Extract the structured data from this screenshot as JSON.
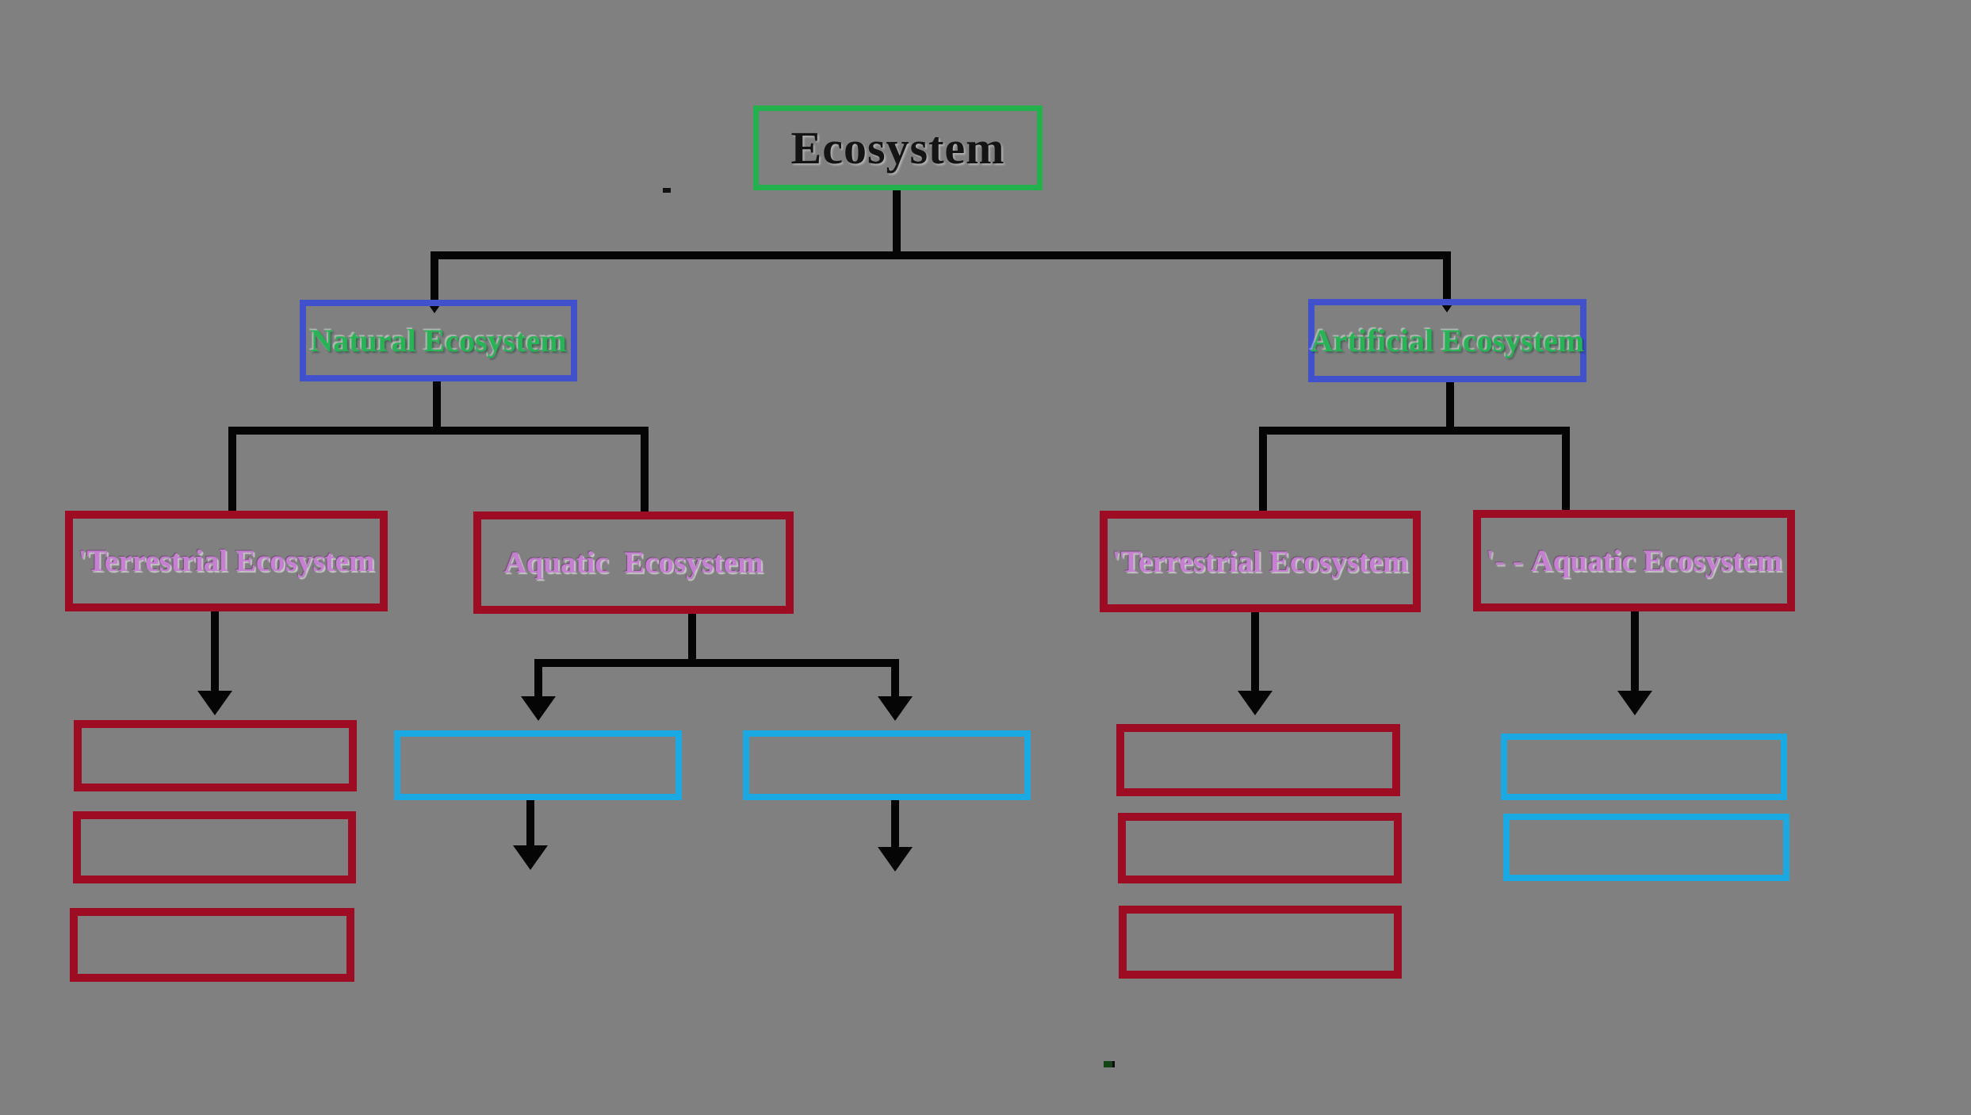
{
  "canvas": {
    "background": "#808080"
  },
  "colors": {
    "background": "#808080",
    "line": "#050505",
    "root_border": "#22b14c",
    "root_text": "#141414",
    "level2_border": "#4150cb",
    "level2_text": "#28b356",
    "level3_border": "#9e0c24",
    "level3_text": "#c580d2",
    "blank_red_border": "#9e0c24",
    "blank_cyan_border": "#1ba9e4"
  },
  "nodes": {
    "root": {
      "label": "Ecosystem"
    },
    "natural": {
      "label": "Natural Ecosystem"
    },
    "artificial": {
      "label": "Artificial Ecosystem"
    },
    "natural_terrestrial": {
      "label": "Terrestrial Ecosystem",
      "artifact": "'"
    },
    "natural_aquatic": {
      "label": "Aquatic  Ecosystem"
    },
    "artificial_terrestrial": {
      "label": "Terrestrial Ecosystem",
      "artifact": "'"
    },
    "artificial_aquatic": {
      "label": "Aquatic Ecosystem",
      "artifact": "'- - "
    }
  },
  "diagram_data": {
    "type": "tree",
    "title": "Ecosystem",
    "root": {
      "label": "Ecosystem",
      "border_color": "green",
      "children": [
        {
          "label": "Natural Ecosystem",
          "border_color": "blue",
          "text_color": "green",
          "children": [
            {
              "label": "Terrestrial Ecosystem",
              "border_color": "dark-red",
              "text_color": "violet",
              "blank_children": {
                "count": 3,
                "border_color": "dark-red",
                "layout": "stacked"
              }
            },
            {
              "label": "Aquatic Ecosystem",
              "border_color": "dark-red",
              "text_color": "violet",
              "blank_children": {
                "count": 2,
                "border_color": "cyan",
                "layout": "side-by-side",
                "arrows_below_each": true
              }
            }
          ]
        },
        {
          "label": "Artificial Ecosystem",
          "border_color": "blue",
          "text_color": "green",
          "children": [
            {
              "label": "Terrestrial Ecosystem",
              "border_color": "dark-red",
              "text_color": "violet",
              "blank_children": {
                "count": 3,
                "border_color": "dark-red",
                "layout": "stacked"
              }
            },
            {
              "label": "Aquatic Ecosystem",
              "border_color": "dark-red",
              "text_color": "violet",
              "blank_children": {
                "count": 2,
                "border_color": "cyan",
                "layout": "stacked"
              }
            }
          ]
        }
      ]
    }
  }
}
